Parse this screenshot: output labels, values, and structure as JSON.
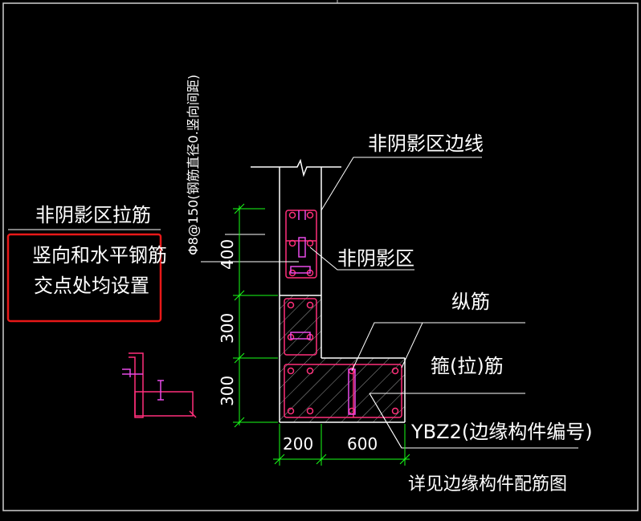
{
  "labels": {
    "non_shadow_edge_line": "非阴影区边线",
    "non_shadow_tie_bar": "非阴影区拉筋",
    "callout_line1": "竖向和水平钢筋",
    "callout_line2": "交点处均设置",
    "rebar_spec": "Φ8@150(钢筋直径0.竖向间距)",
    "non_shadow_zone": "非阴影区",
    "longitudinal_bar": "纵筋",
    "stirrup_tie": "箍(拉)筋",
    "member_id": "YBZ2(边缘构件编号)",
    "see_detail": "详见边缘构件配筋图"
  },
  "dimensions": {
    "v_400": "400",
    "v_300a": "300",
    "v_300b": "300",
    "h_200": "200",
    "h_600": "600"
  },
  "colors": {
    "background": "#000000",
    "outline": "#ffffff",
    "dimension": "#19ff19",
    "rebar": "#ff2f7a",
    "longitudinal": "#ff6ec7",
    "tie": "#e84ae8",
    "highlight_box": "#e81818"
  }
}
